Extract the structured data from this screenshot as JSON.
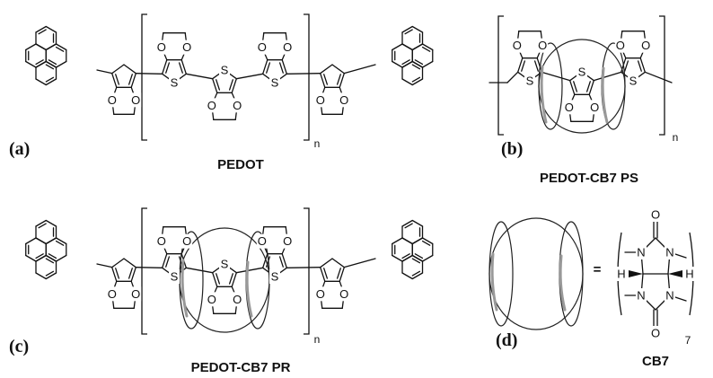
{
  "panels": {
    "a": {
      "label": "(a)",
      "caption": "PEDOT",
      "repeat": "n"
    },
    "b": {
      "label": "(b)",
      "caption": "PEDOT-CB7 PS",
      "repeat": "n"
    },
    "c": {
      "label": "(c)",
      "caption": "PEDOT-CB7 PR",
      "repeat": "n"
    },
    "d": {
      "label": "(d)",
      "caption": "CB7",
      "repeat": "7",
      "equals": "="
    }
  },
  "atoms": {
    "oxygen": "O",
    "sulfur": "S",
    "nitrogen": "N",
    "hydrogen": "H"
  }
}
